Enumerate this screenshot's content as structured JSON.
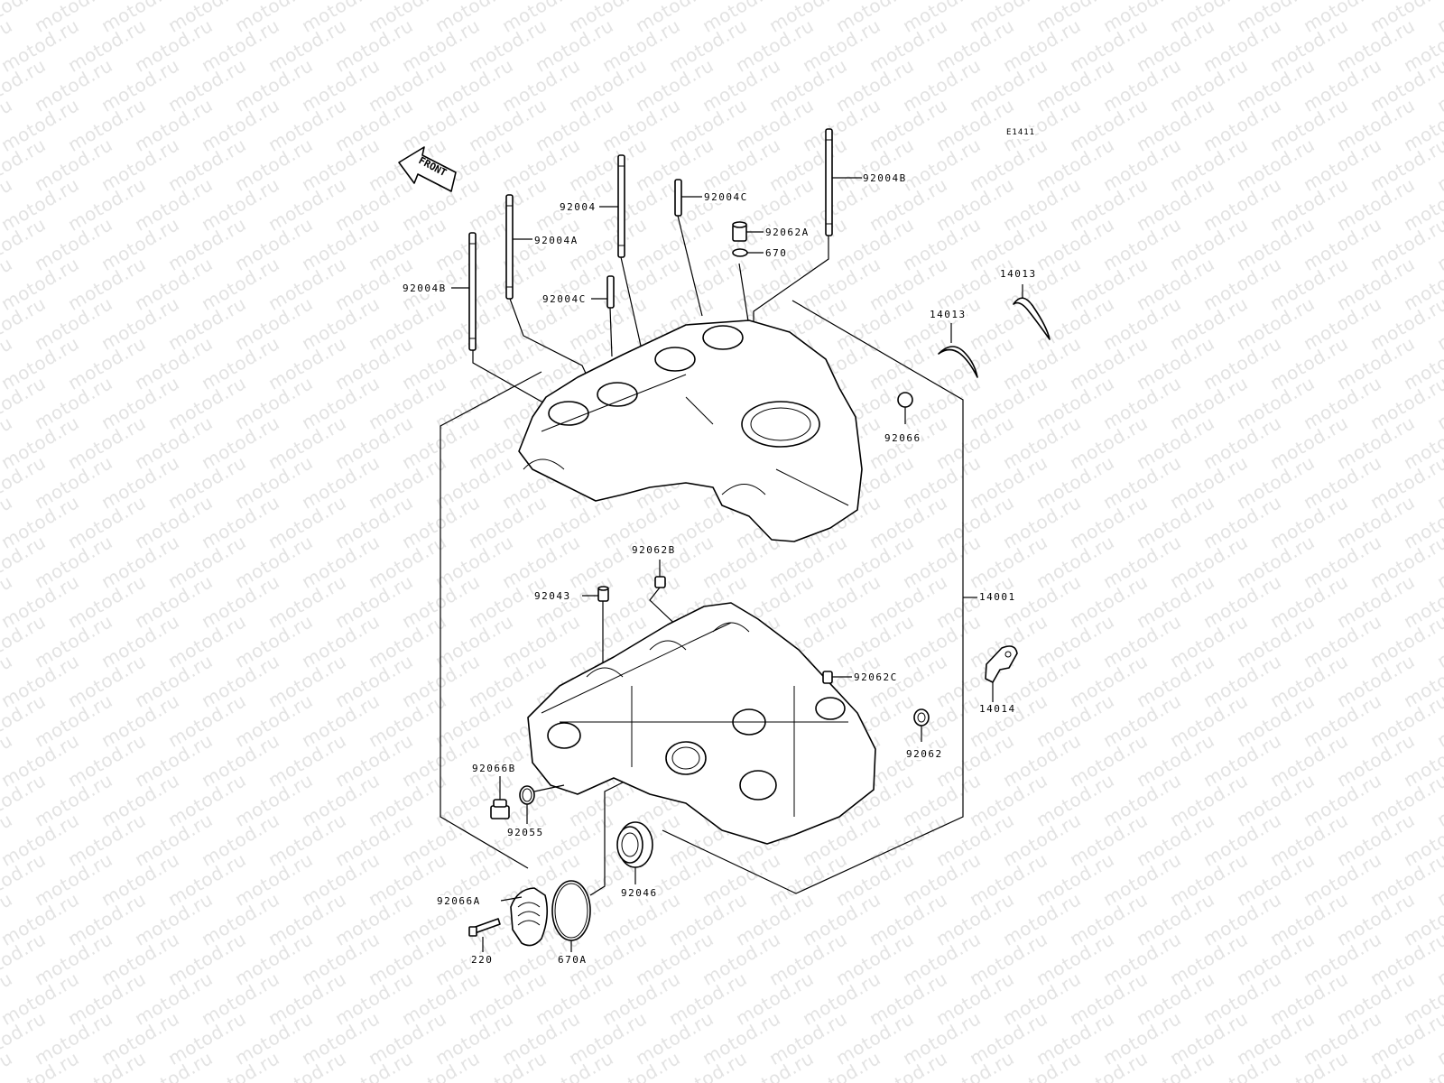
{
  "watermark_text": "motod.ru",
  "diagram_code": "E1411",
  "front_arrow_text": "FRONT",
  "part_numbers": {
    "p92004": "92004",
    "p92004A": "92004A",
    "p92004B_left": "92004B",
    "p92004B_right": "92004B",
    "p92004C_top": "92004C",
    "p92004C_low": "92004C",
    "p92062A": "92062A",
    "p670": "670",
    "p14013_upper": "14013",
    "p14013_lower": "14013",
    "p92066": "92066",
    "p92062B": "92062B",
    "p92043": "92043",
    "p14001": "14001",
    "p92062C": "92062C",
    "p14014": "14014",
    "p92062": "92062",
    "p92066B": "92066B",
    "p92055": "92055",
    "p92046": "92046",
    "p92066A": "92066A",
    "p220": "220",
    "p670A": "670A"
  }
}
